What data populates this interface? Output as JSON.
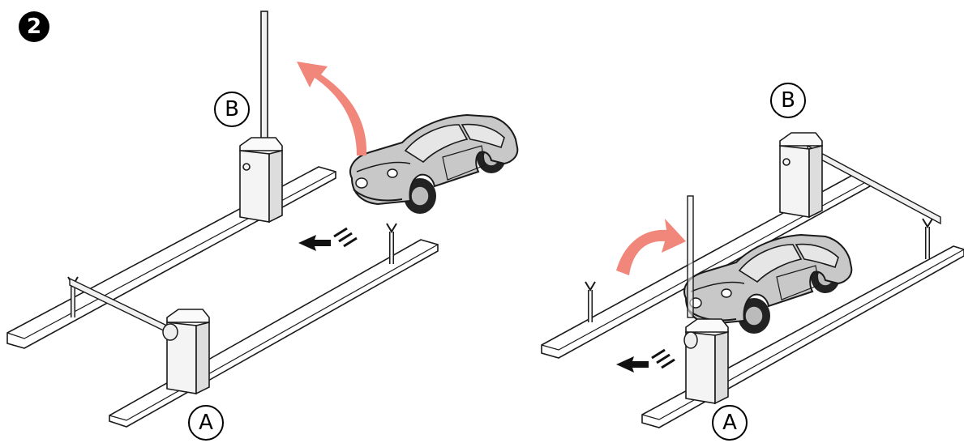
{
  "step": {
    "number": "2"
  },
  "scenes": [
    {
      "label_near": "A",
      "label_far": "B"
    },
    {
      "label_near": "A",
      "label_far": "B"
    }
  ],
  "colors": {
    "arrow": "#f0877a",
    "car_body": "#c8c8c8",
    "car_glass": "#e6e6e6",
    "car_dark": "#3a3a3a",
    "cabinet": "#f1f1f1",
    "island": "#ffffff",
    "line": "#1a1a1a"
  }
}
